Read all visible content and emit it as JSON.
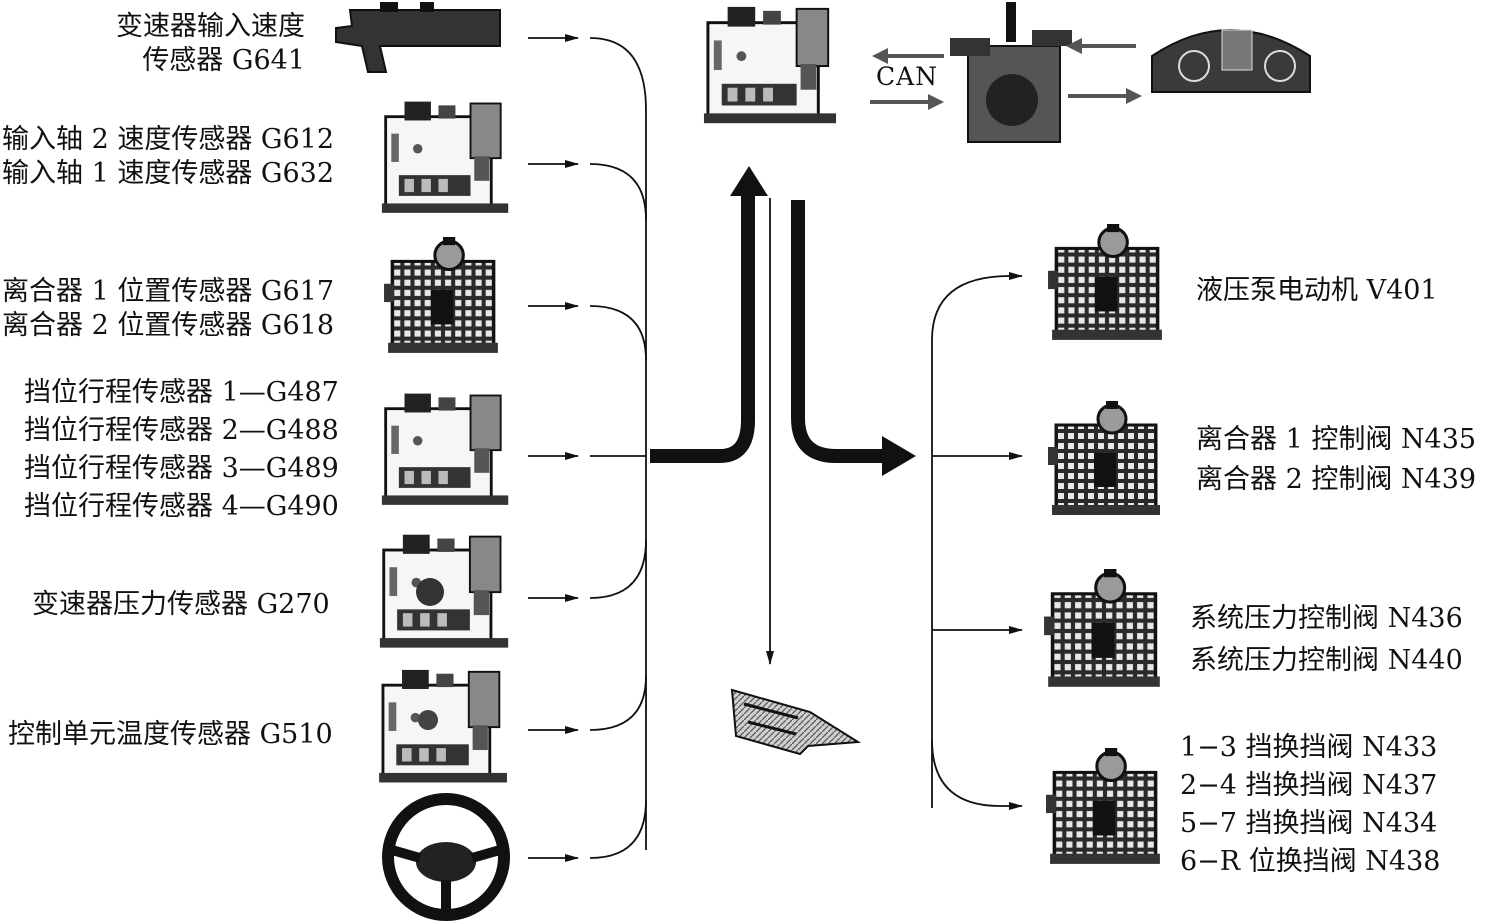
{
  "inputs": {
    "g641": {
      "line1": "变速器输入速度",
      "line2": "传感器 G641"
    },
    "g612": "输入轴 2 速度传感器 G612",
    "g632": "输入轴 1 速度传感器 G632",
    "g617": "离合器 1 位置传感器 G617",
    "g618": "离合器 2 位置传感器 G618",
    "g487": "挡位行程传感器 1—G487",
    "g488": "挡位行程传感器 2—G488",
    "g489": "挡位行程传感器 3—G489",
    "g490": "挡位行程传感器 4—G490",
    "g270": "变速器压力传感器 G270",
    "g510": "控制单元温度传感器 G510"
  },
  "bus_label": "CAN",
  "outputs": {
    "v401": "液压泵电动机 V401",
    "n435": "离合器 1 控制阀 N435",
    "n439": "离合器 2 控制阀 N439",
    "n436": "系统压力控制阀 N436",
    "n440": "系统压力控制阀 N440",
    "n433": "1−3 挡换挡阀 N433",
    "n437": "2−4 挡换挡阀 N437",
    "n434": "5−7 挡换挡阀 N434",
    "n438": "6−R 位换挡阀 N438"
  }
}
